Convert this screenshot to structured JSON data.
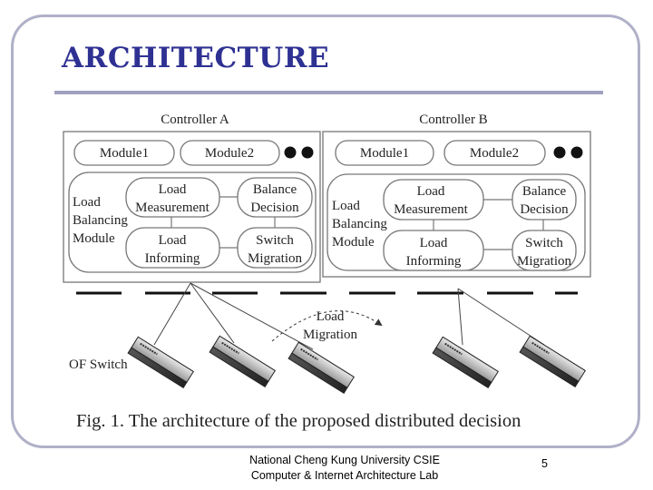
{
  "slide": {
    "title": "ARCHITECTURE",
    "footer_line1": "National Cheng Kung University CSIE",
    "footer_line2": "Computer & Internet Architecture Lab",
    "page_number": "5"
  },
  "figure": {
    "caption": "Fig. 1. The architecture of the proposed distributed decision",
    "controller_a": {
      "label": "Controller A",
      "module1": "Module1",
      "module2": "Module2",
      "lb_line1": "Load",
      "lb_line2": "Balancing",
      "lb_line3": "Module",
      "lm_line1": "Load",
      "lm_line2": "Measurement",
      "bd_line1": "Balance",
      "bd_line2": "Decision",
      "li_line1": "Load",
      "li_line2": "Informing",
      "sm_line1": "Switch",
      "sm_line2": "Migration"
    },
    "controller_b": {
      "label": "Controller B",
      "module1": "Module1",
      "module2": "Module2",
      "lb_line1": "Load",
      "lb_line2": "Balancing",
      "lb_line3": "Module",
      "lm_line1": "Load",
      "lm_line2": "Measurement",
      "bd_line1": "Balance",
      "bd_line2": "Decision",
      "li_line1": "Load",
      "li_line2": "Informing",
      "sm_line1": "Switch",
      "sm_line2": "Migration"
    },
    "load_migration_line1": "Load",
    "load_migration_line2": "Migration",
    "of_switch_label": "OF Switch"
  },
  "colors": {
    "title": "#2e3192",
    "frame": "#b0b0c8",
    "rule": "#a0a0c0"
  }
}
